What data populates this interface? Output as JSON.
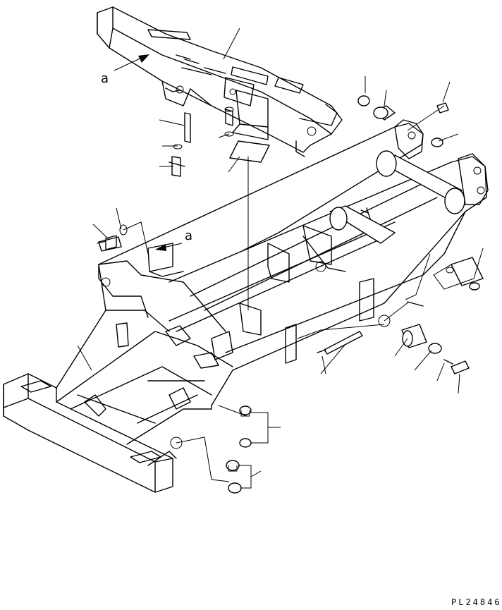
{
  "view_labels": [
    "a",
    "a"
  ],
  "drawing_code": "PL24846",
  "colors": {
    "ink": "#000000",
    "paper": "#ffffff"
  }
}
